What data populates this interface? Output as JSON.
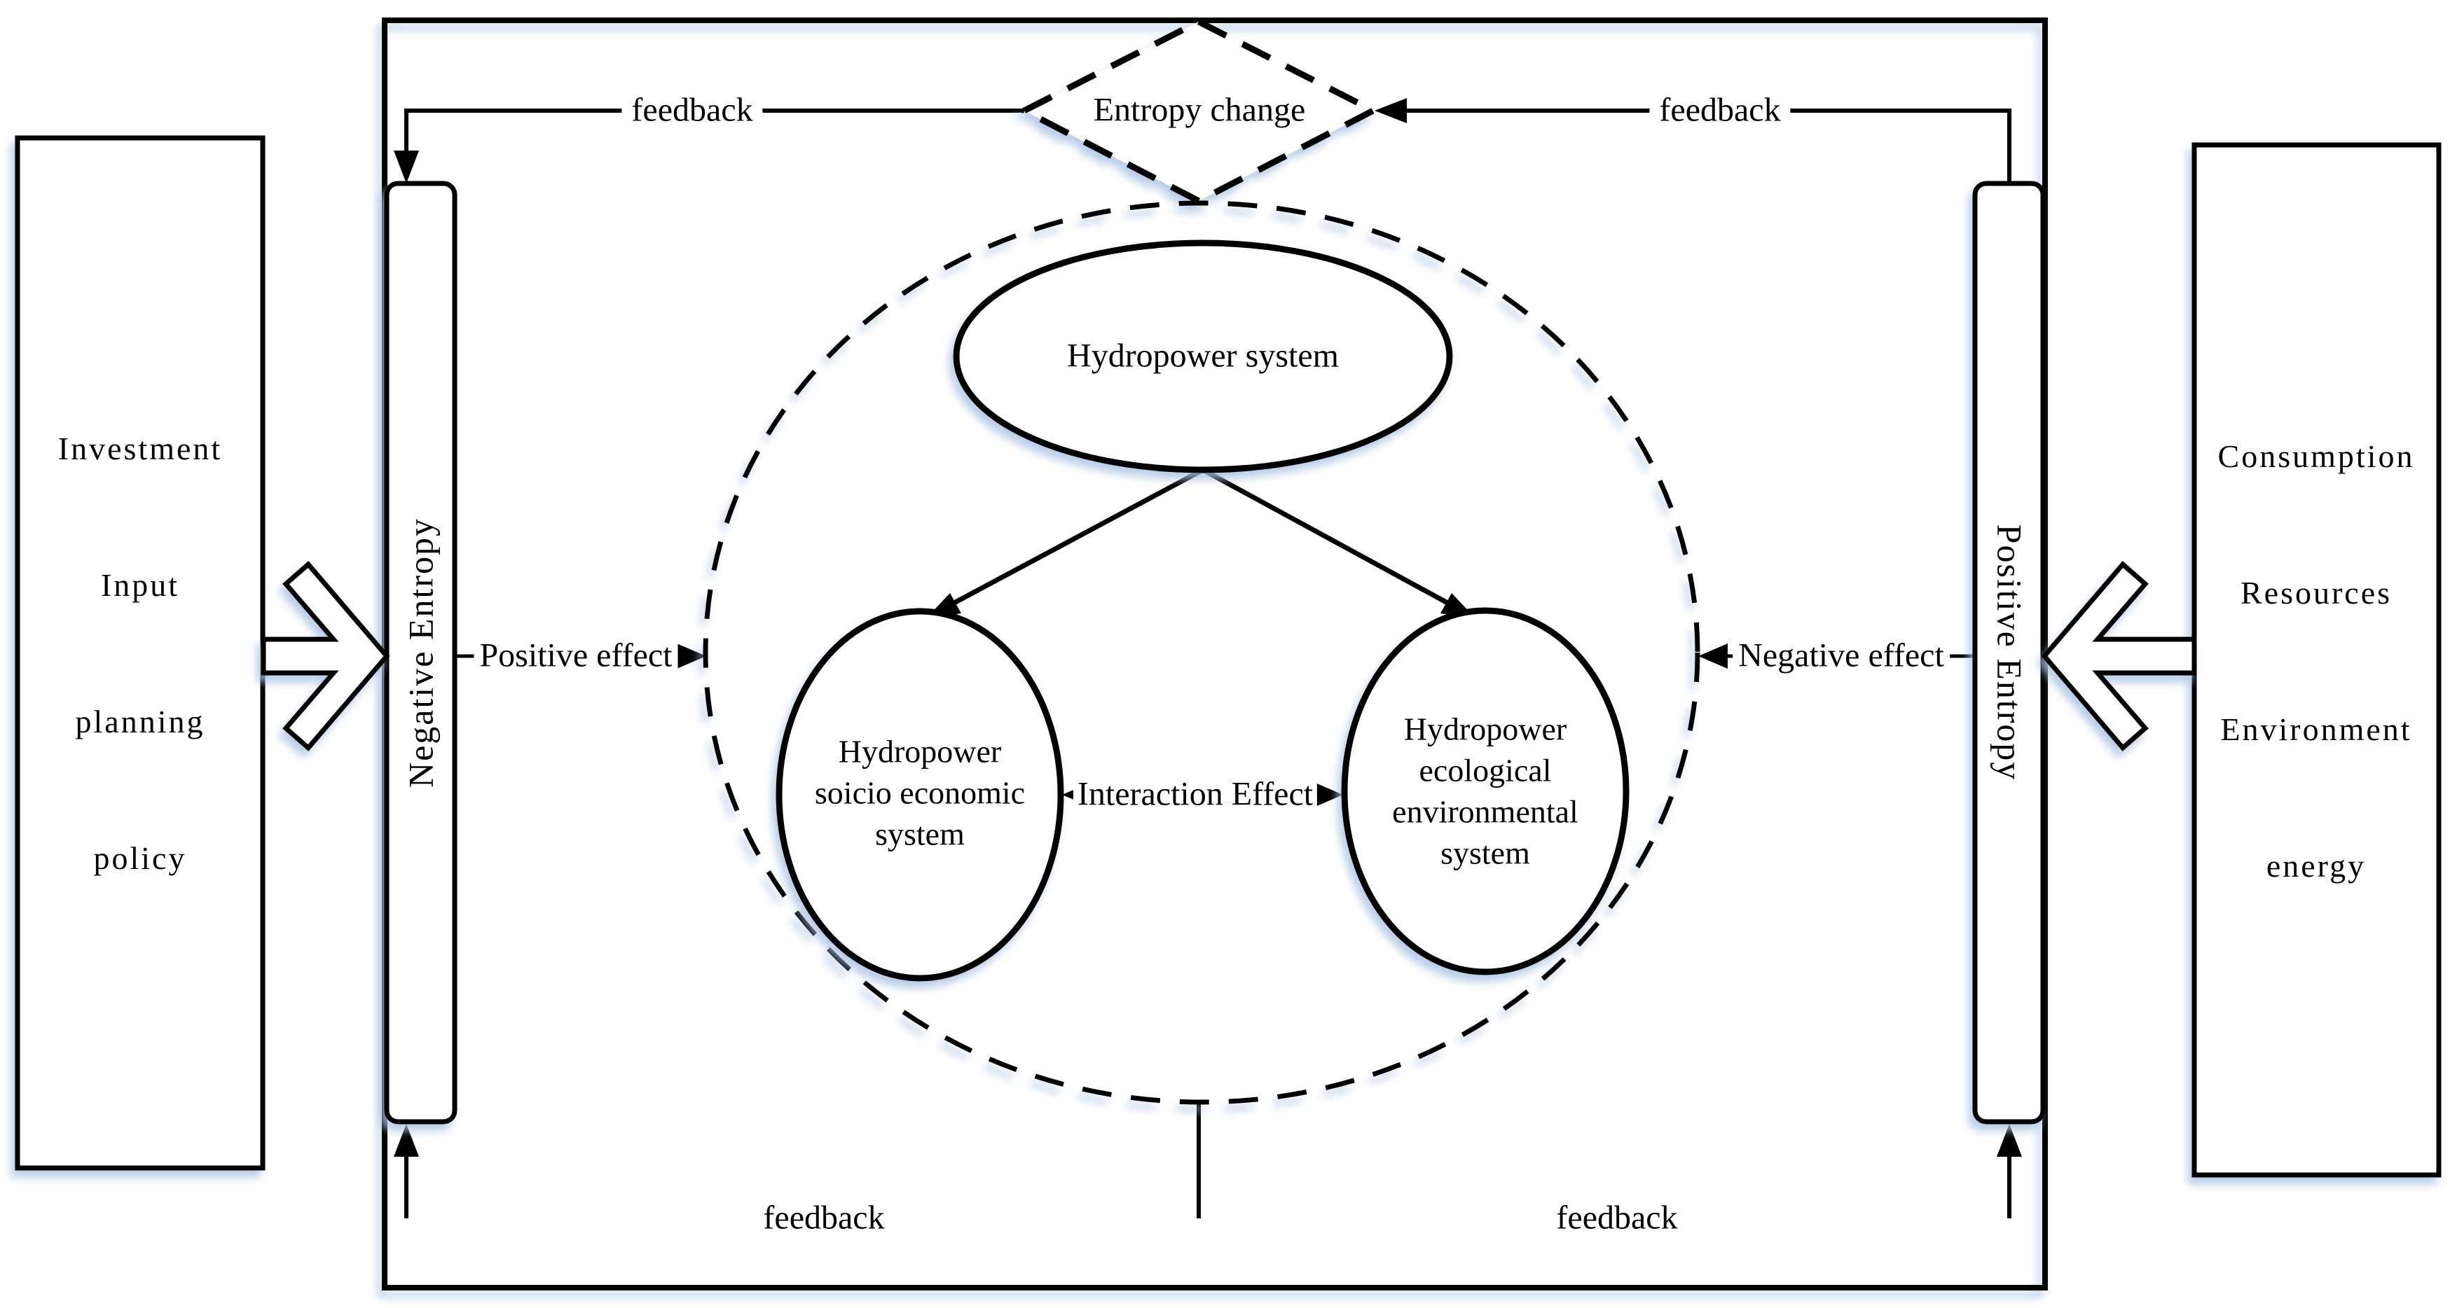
{
  "left_box": {
    "lines": [
      "Investment",
      "Input",
      "planning",
      "policy"
    ]
  },
  "right_box": {
    "lines": [
      "Consumption",
      "Resources",
      "Environment",
      "energy"
    ]
  },
  "left_bar": {
    "label": "Negative Entropy"
  },
  "right_bar": {
    "label": "Positive Entropy"
  },
  "diamond": {
    "label": "Entropy change"
  },
  "center": {
    "top_ellipse": {
      "label": "Hydropower system"
    },
    "left_ellipse": {
      "lines": [
        "Hydropower",
        "soicio economic",
        "system"
      ]
    },
    "right_ellipse": {
      "lines": [
        "Hydropower",
        "ecological",
        "environmental",
        "system"
      ]
    }
  },
  "labels": {
    "feedback_top_left": "feedback",
    "feedback_top_right": "feedback",
    "feedback_bottom_left": "feedback",
    "feedback_bottom_right": "feedback",
    "positive_effect": "Positive effect",
    "negative_effect": "Negative effect",
    "interaction_effect": "Interaction Effect"
  },
  "colors": {
    "stroke": "#000000",
    "shadow": "#a9c1e2",
    "background": "#ffffff"
  }
}
